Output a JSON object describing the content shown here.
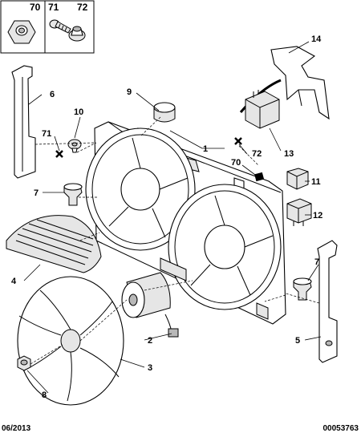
{
  "inset": {
    "labels": [
      "70",
      "71",
      "72"
    ]
  },
  "callouts": {
    "c1": "1",
    "c2": "2",
    "c3": "3",
    "c4": "4",
    "c5": "5",
    "c6": "6",
    "c7a": "7",
    "c7b": "7",
    "c8": "8",
    "c9": "9",
    "c10": "10",
    "c11": "11",
    "c12": "12",
    "c13": "13",
    "c14": "14",
    "c70": "70",
    "c71": "71",
    "c72": "72"
  },
  "footer": {
    "date": "06/2013",
    "reference": "00053763"
  }
}
